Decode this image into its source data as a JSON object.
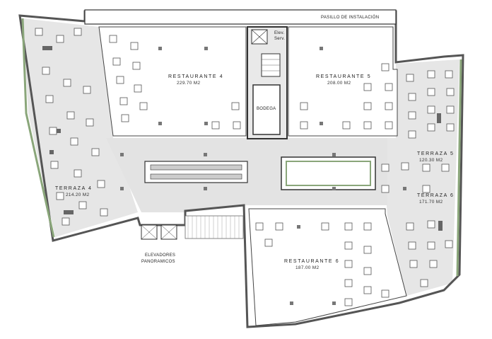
{
  "corridor": {
    "label": "PASILLO DE INSTALACIÓN"
  },
  "core": {
    "service_elevator_line1": "Elev.",
    "service_elevator_line2": "Serv.",
    "storage": "BODEGA"
  },
  "elevators": {
    "line1": "ELEVADORES",
    "line2": "PANORAMICOS"
  },
  "spaces": [
    {
      "id": "restaurante-4",
      "name": "RESTAURANTE 4",
      "area": "229.70 M2"
    },
    {
      "id": "restaurante-5",
      "name": "RESTAURANTE 5",
      "area": "208.00 M2"
    },
    {
      "id": "restaurante-6",
      "name": "RESTAURANTE 6",
      "area": "187.00 M2"
    },
    {
      "id": "terraza-4",
      "name": "TERRAZA 4",
      "area": "214.20 M2"
    },
    {
      "id": "terraza-5",
      "name": "TERRAZA 5",
      "area": "120.30 M2"
    },
    {
      "id": "terraza-6",
      "name": "TERRAZA 6",
      "area": "171.70 M2"
    }
  ],
  "colors": {
    "wall": "#555555",
    "wall_fill": "#e9e9e9",
    "common_floor": "#e3e3e3",
    "restaurant_floor": "#ffffff",
    "terrace_floor": "#e6e6e6",
    "planter": "#8aa67a",
    "line": "#333333"
  }
}
